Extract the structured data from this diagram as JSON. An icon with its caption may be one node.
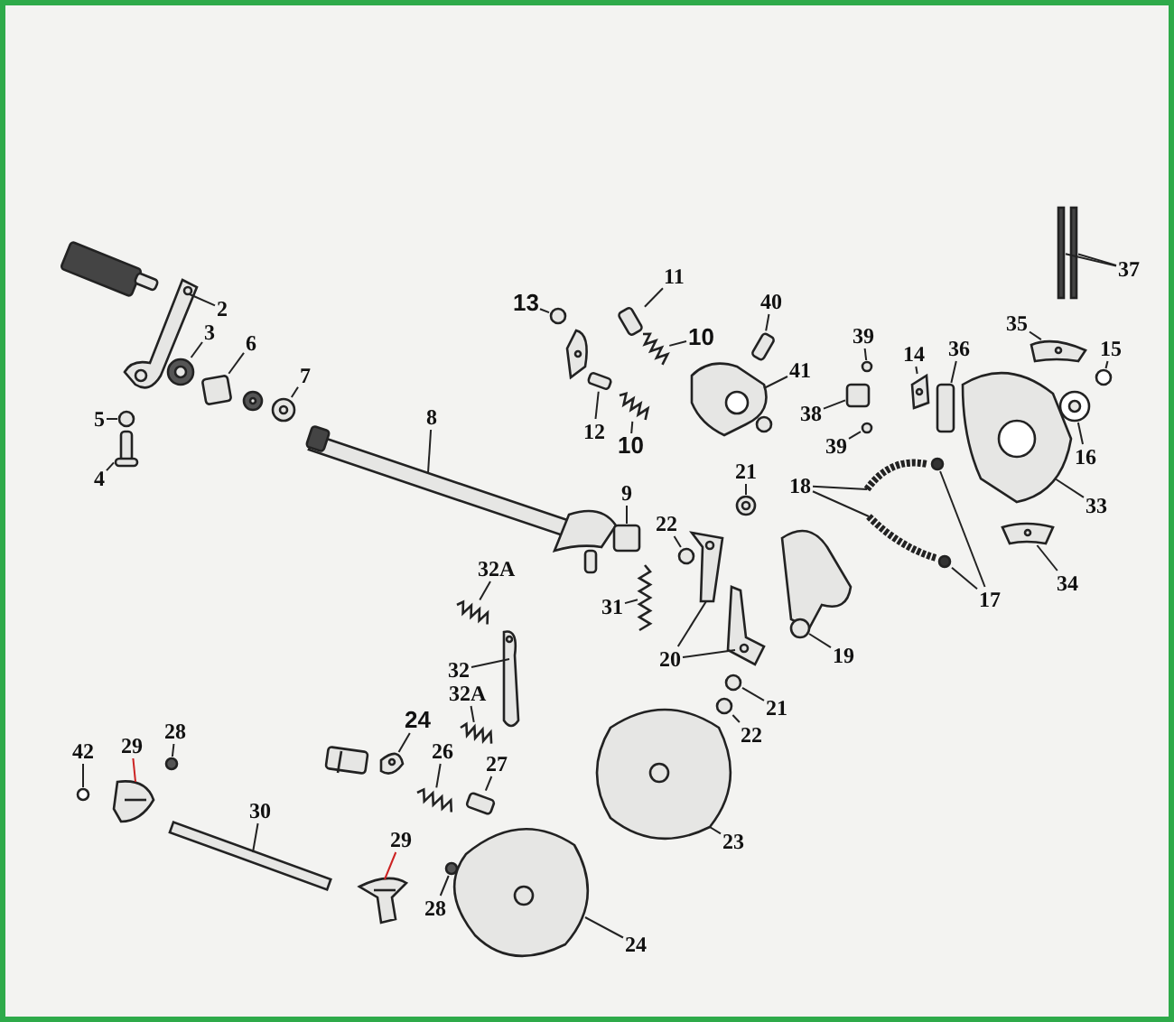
{
  "diagram": {
    "nodes": [
      {
        "text": [
          "37"
        ]
      },
      {
        "text": [
          "35"
        ]
      },
      {
        "text": [
          "15"
        ]
      },
      {
        "text": [
          "2"
        ]
      },
      {
        "text": [
          "13"
        ]
      },
      {
        "text": [
          "11"
        ]
      },
      {
        "text": [
          "40"
        ]
      },
      {
        "text": [
          "39"
        ]
      },
      {
        "text": [
          "14"
        ]
      },
      {
        "text": [
          "36"
        ]
      },
      {
        "text": [
          "10"
        ]
      },
      {
        "text": [
          "3"
        ]
      },
      {
        "text": [
          "6"
        ]
      },
      {
        "text": [
          "7"
        ]
      },
      {
        "text": [
          "41"
        ]
      },
      {
        "text": [
          "38"
        ]
      },
      {
        "text": [
          "16"
        ]
      },
      {
        "text": [
          "5"
        ]
      },
      {
        "text": [
          "12"
        ]
      },
      {
        "text": [
          "39"
        ]
      },
      {
        "text": [
          "10"
        ]
      },
      {
        "text": [
          "8"
        ]
      },
      {
        "text": [
          "4"
        ]
      },
      {
        "text": [
          "21"
        ]
      },
      {
        "text": [
          "18"
        ]
      },
      {
        "text": [
          "33"
        ]
      },
      {
        "text": [
          "9"
        ]
      },
      {
        "text": [
          "22"
        ]
      },
      {
        "text": [
          "34"
        ]
      },
      {
        "text": [
          "17"
        ]
      },
      {
        "text": [
          "32A"
        ]
      },
      {
        "text": [
          "31"
        ]
      },
      {
        "text": [
          "20"
        ]
      },
      {
        "text": [
          "19"
        ]
      },
      {
        "text": [
          "32"
        ]
      },
      {
        "text": [
          "21"
        ]
      },
      {
        "text": [
          "32A"
        ]
      },
      {
        "text": [
          "22"
        ]
      },
      {
        "text": [
          "42"
        ]
      },
      {
        "text": [
          "29"
        ]
      },
      {
        "text": [
          "28"
        ]
      },
      {
        "text": [
          "24"
        ]
      },
      {
        "text": [
          "26"
        ]
      },
      {
        "text": [
          "27"
        ]
      },
      {
        "text": [
          "30"
        ]
      },
      {
        "text": [
          "29"
        ]
      },
      {
        "text": [
          "23"
        ]
      },
      {
        "text": [
          "28"
        ]
      },
      {
        "text": [
          "24"
        ]
      },
      {
        "text": [],
        "shape": "bar"
      },
      {
        "text": [],
        "shape": "bar"
      },
      {
        "text": [],
        "shape": "picture"
      },
      {
        "text": [],
        "shape": "circle"
      },
      {
        "text": [],
        "shape": "picture"
      },
      {
        "text": [],
        "shape": "circle"
      },
      {
        "text": [],
        "shape": "box"
      },
      {
        "text": [],
        "shape": "box"
      },
      {
        "text": [],
        "shape": "circle"
      },
      {
        "text": [],
        "shape": "picture"
      },
      {
        "text": [],
        "shape": "box"
      },
      {
        "text": [],
        "shape": "picture"
      },
      {
        "text": [],
        "shape": "picture"
      },
      {
        "text": [],
        "shape": "box"
      },
      {
        "text": [],
        "shape": "picture"
      },
      {
        "text": [],
        "shape": "picture"
      },
      {
        "text": [],
        "shape": "box"
      },
      {
        "text": [],
        "shape": "picture"
      },
      {
        "text": [],
        "shape": "circle"
      },
      {
        "text": [],
        "shape": "box"
      },
      {
        "text": [],
        "shape": "circle"
      },
      {
        "text": [],
        "shape": "picture"
      },
      {
        "text": [],
        "shape": "picture"
      },
      {
        "text": [],
        "shape": "picture"
      },
      {
        "text": [],
        "shape": "picture"
      },
      {
        "text": [],
        "shape": "picture"
      },
      {
        "text": [],
        "shape": "picture"
      },
      {
        "text": [],
        "shape": "picture"
      },
      {
        "text": [],
        "shape": "box"
      },
      {
        "text": [],
        "shape": "circle"
      },
      {
        "text": [],
        "shape": "picture"
      },
      {
        "text": [],
        "shape": "circle"
      },
      {
        "text": [],
        "shape": "circle"
      },
      {
        "text": [],
        "shape": "picture"
      },
      {
        "text": [],
        "shape": "picture"
      },
      {
        "text": [],
        "shape": "picture"
      },
      {
        "text": [],
        "shape": "picture"
      },
      {
        "text": [],
        "shape": "picture"
      },
      {
        "text": [],
        "shape": "picture"
      },
      {
        "text": [],
        "shape": "circle"
      },
      {
        "text": [],
        "shape": "picture"
      },
      {
        "text": [],
        "shape": "circle"
      },
      {
        "text": [],
        "shape": "circle"
      },
      {
        "text": [],
        "shape": "picture"
      },
      {
        "text": [],
        "shape": "circle"
      },
      {
        "text": [],
        "shape": "picture"
      },
      {
        "text": [],
        "shape": "picture"
      },
      {
        "text": [],
        "shape": "box"
      },
      {
        "text": [],
        "shape": "bar"
      },
      {
        "text": [],
        "shape": "picture"
      },
      {
        "text": [],
        "shape": "picture"
      },
      {
        "text": [],
        "shape": "circle"
      },
      {
        "text": [],
        "shape": "picture"
      }
    ],
    "edges": [
      {
        "from": 0,
        "to": 49,
        "arrow": "none"
      },
      {
        "from": 0,
        "to": 50,
        "arrow": "none"
      },
      {
        "from": 1,
        "to": 51,
        "arrow": "none"
      },
      {
        "from": 2,
        "to": 52,
        "arrow": "none"
      },
      {
        "from": 3,
        "to": 53,
        "arrow": "none"
      },
      {
        "from": 4,
        "to": 54,
        "arrow": "none"
      },
      {
        "from": 5,
        "to": 55,
        "arrow": "none"
      },
      {
        "from": 6,
        "to": 56,
        "arrow": "none"
      },
      {
        "from": 7,
        "to": 57,
        "arrow": "none"
      },
      {
        "from": 8,
        "to": 58,
        "arrow": "none"
      },
      {
        "from": 9,
        "to": 59,
        "arrow": "none"
      },
      {
        "from": 10,
        "to": 60,
        "arrow": "none"
      },
      {
        "from": 11,
        "to": 61,
        "arrow": "none"
      },
      {
        "from": 12,
        "to": 62,
        "arrow": "none"
      },
      {
        "from": 13,
        "to": 63,
        "arrow": "none"
      },
      {
        "from": 14,
        "to": 64,
        "arrow": "none"
      },
      {
        "from": 15,
        "to": 65,
        "arrow": "none"
      },
      {
        "from": 16,
        "to": 66,
        "arrow": "none"
      },
      {
        "from": 17,
        "to": 67,
        "arrow": "none"
      },
      {
        "from": 18,
        "to": 68,
        "arrow": "none"
      },
      {
        "from": 19,
        "to": 69,
        "arrow": "none"
      },
      {
        "from": 20,
        "to": 70,
        "arrow": "none"
      },
      {
        "from": 21,
        "to": 71,
        "arrow": "none"
      },
      {
        "from": 22,
        "to": 72,
        "arrow": "none"
      },
      {
        "from": 23,
        "to": 73,
        "arrow": "none"
      },
      {
        "from": 24,
        "to": 74,
        "arrow": "none"
      },
      {
        "from": 24,
        "to": 75,
        "arrow": "none"
      },
      {
        "from": 25,
        "to": 76,
        "arrow": "none"
      },
      {
        "from": 26,
        "to": 77,
        "arrow": "none"
      },
      {
        "from": 27,
        "to": 78,
        "arrow": "none"
      },
      {
        "from": 28,
        "to": 79,
        "arrow": "none"
      },
      {
        "from": 29,
        "to": 80,
        "arrow": "none"
      },
      {
        "from": 29,
        "to": 81,
        "arrow": "none"
      },
      {
        "from": 30,
        "to": 82,
        "arrow": "none"
      },
      {
        "from": 31,
        "to": 83,
        "arrow": "none"
      },
      {
        "from": 32,
        "to": 84,
        "arrow": "none"
      },
      {
        "from": 32,
        "to": 85,
        "arrow": "none"
      },
      {
        "from": 33,
        "to": 86,
        "arrow": "none"
      },
      {
        "from": 34,
        "to": 87,
        "arrow": "none"
      },
      {
        "from": 35,
        "to": 88,
        "arrow": "none"
      },
      {
        "from": 36,
        "to": 89,
        "arrow": "none"
      },
      {
        "from": 37,
        "to": 90,
        "arrow": "none"
      },
      {
        "from": 38,
        "to": 91,
        "arrow": "none"
      },
      {
        "from": 39,
        "to": 92,
        "arrow": "none",
        "color": "#cc2222"
      },
      {
        "from": 40,
        "to": 93,
        "arrow": "none"
      },
      {
        "from": 41,
        "to": 94,
        "arrow": "none"
      },
      {
        "from": 42,
        "to": 95,
        "arrow": "none"
      },
      {
        "from": 43,
        "to": 96,
        "arrow": "none"
      },
      {
        "from": 44,
        "to": 97,
        "arrow": "none"
      },
      {
        "from": 45,
        "to": 98,
        "arrow": "none",
        "color": "#cc2222"
      },
      {
        "from": 46,
        "to": 99,
        "arrow": "none"
      },
      {
        "from": 47,
        "to": 100,
        "arrow": "none"
      },
      {
        "from": 48,
        "to": 101,
        "arrow": "none"
      }
    ]
  }
}
